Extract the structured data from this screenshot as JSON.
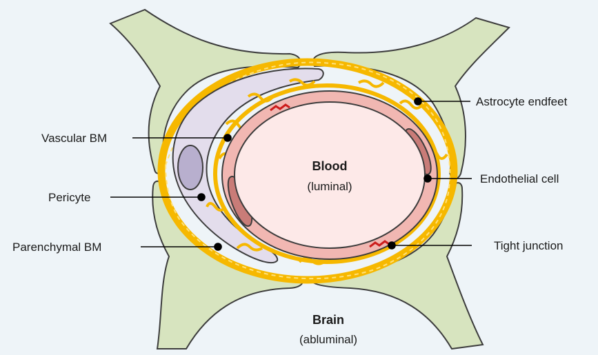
{
  "center": {
    "title": "Blood",
    "subtitle": "(luminal)"
  },
  "outside": {
    "title": "Brain",
    "subtitle": "(abluminal)"
  },
  "labels": {
    "astrocyte": "Astrocyte endfeet",
    "vascular_bm": "Vascular BM",
    "endothelial": "Endothelial cell",
    "pericyte": "Pericyte",
    "tight_junction": "Tight junction",
    "parenchymal_bm": "Parenchymal BM"
  },
  "colors": {
    "background": "#eef4f8",
    "astrocyte_fill": "#d7e4bf",
    "astrocyte_stroke": "#3c3c3c",
    "bm_yellow": "#f6b800",
    "pericyte_fill": "#e3ddec",
    "pericyte_nucleus": "#b8afce",
    "endothelial_fill": "#f1b7b2",
    "endothelial_nucleus": "#c97c78",
    "lumen_fill": "#fde9e8",
    "tight_junction": "#cc1c1c",
    "leader_line": "#000000"
  }
}
